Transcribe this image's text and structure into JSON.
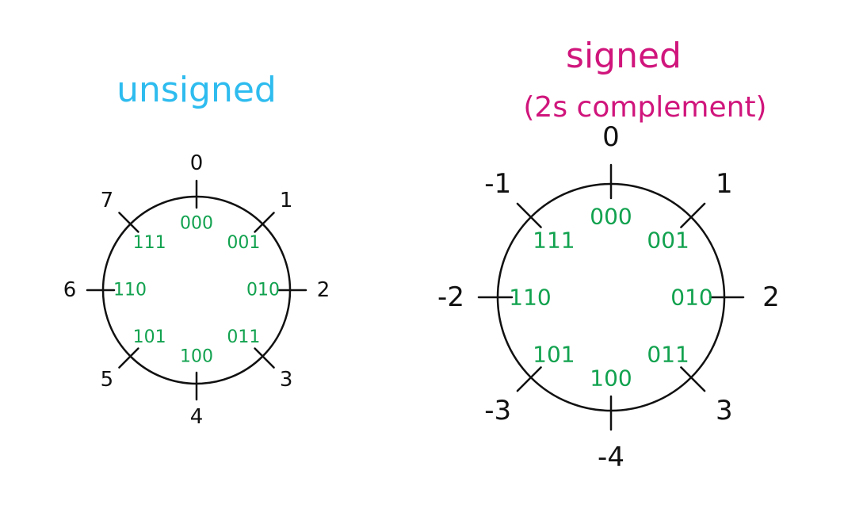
{
  "colors": {
    "background": "#ffffff",
    "ink": "#111111",
    "bits": "#12a24f",
    "unsigned_title": "#2ebcef",
    "signed_title": "#d0157c"
  },
  "unsigned": {
    "title": "unsigned",
    "ticks": [
      {
        "label": "0",
        "bits": "000"
      },
      {
        "label": "1",
        "bits": "001"
      },
      {
        "label": "2",
        "bits": "010"
      },
      {
        "label": "3",
        "bits": "011"
      },
      {
        "label": "4",
        "bits": "100"
      },
      {
        "label": "5",
        "bits": "101"
      },
      {
        "label": "6",
        "bits": "110"
      },
      {
        "label": "7",
        "bits": "111"
      }
    ]
  },
  "signed": {
    "title": "signed",
    "subtitle": "(2s complement)",
    "ticks": [
      {
        "label": "0",
        "bits": "000"
      },
      {
        "label": "1",
        "bits": "001"
      },
      {
        "label": "2",
        "bits": "010"
      },
      {
        "label": "3",
        "bits": "011"
      },
      {
        "label": "-4",
        "bits": "100"
      },
      {
        "label": "-3",
        "bits": "101"
      },
      {
        "label": "-2",
        "bits": "110"
      },
      {
        "label": "-1",
        "bits": "111"
      }
    ]
  }
}
